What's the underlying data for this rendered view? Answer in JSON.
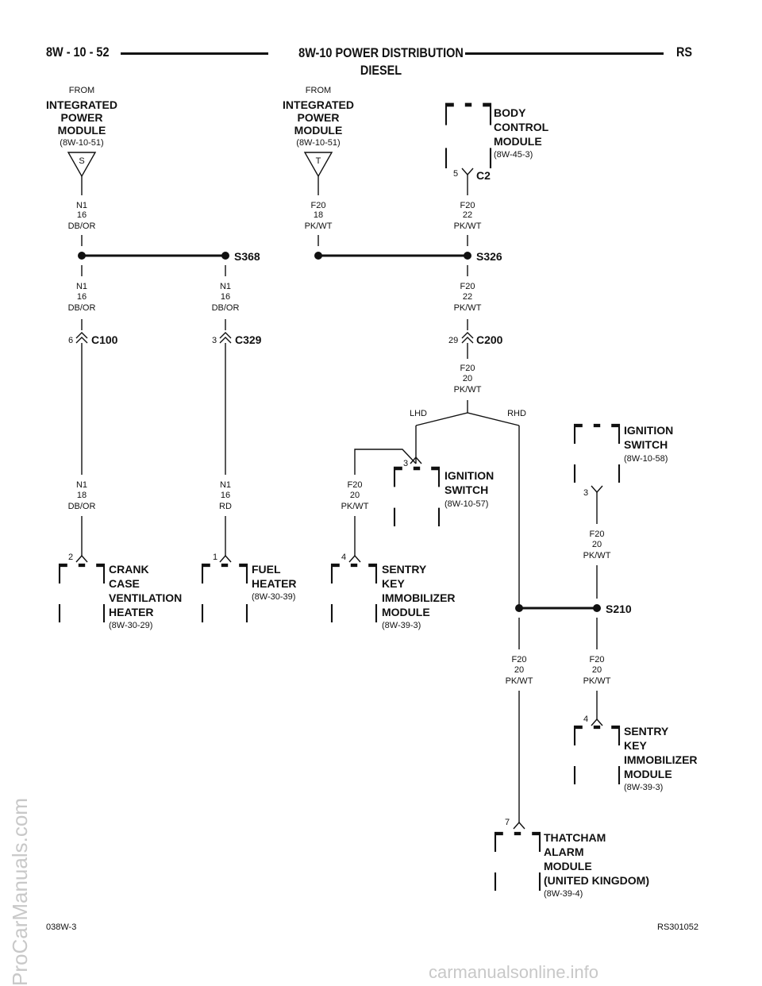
{
  "header": {
    "left": "8W - 10 - 52",
    "title_line1": "8W-10 POWER DISTRIBUTION",
    "title_line2": "DIESEL",
    "right": "RS"
  },
  "footer": {
    "left": "038W-3",
    "right": "RS301052"
  },
  "watermarks": {
    "side": "ProCarManuals.com",
    "bottom": "carmanualsonline.info"
  },
  "sources": {
    "ipm_s": {
      "from": "FROM",
      "l1": "INTEGRATED",
      "l2": "POWER",
      "l3": "MODULE",
      "ref": "(8W-10-51)",
      "pin": "S"
    },
    "ipm_t": {
      "from": "FROM",
      "l1": "INTEGRATED",
      "l2": "POWER",
      "l3": "MODULE",
      "ref": "(8W-10-51)",
      "pin": "T"
    }
  },
  "wires": {
    "w1": {
      "c": "N1",
      "g": "16",
      "col": "DB/OR"
    },
    "w2": {
      "c": "N1",
      "g": "16",
      "col": "DB/OR"
    },
    "w3": {
      "c": "N1",
      "g": "16",
      "col": "DB/OR"
    },
    "w4": {
      "c": "N1",
      "g": "18",
      "col": "DB/OR"
    },
    "w5": {
      "c": "N1",
      "g": "16",
      "col": "RD"
    },
    "w6": {
      "c": "F20",
      "g": "18",
      "col": "PK/WT"
    },
    "w7": {
      "c": "F20",
      "g": "22",
      "col": "PK/WT"
    },
    "w8": {
      "c": "F20",
      "g": "22",
      "col": "PK/WT"
    },
    "w9": {
      "c": "F20",
      "g": "20",
      "col": "PK/WT"
    },
    "w10": {
      "c": "F20",
      "g": "20",
      "col": "PK/WT"
    },
    "w11": {
      "c": "F20",
      "g": "20",
      "col": "PK/WT"
    },
    "w12": {
      "c": "F20",
      "g": "20",
      "col": "PK/WT"
    },
    "w13": {
      "c": "F20",
      "g": "20",
      "col": "PK/WT"
    }
  },
  "splices": {
    "s368": "S368",
    "s326": "S326",
    "s210": "S210"
  },
  "connectors": {
    "c100": {
      "id": "C100",
      "pin": "6"
    },
    "c329": {
      "id": "C329",
      "pin": "3"
    },
    "c200": {
      "id": "C200",
      "pin": "29"
    },
    "c2": {
      "id": "C2",
      "pin": "5"
    }
  },
  "branches": {
    "lhd": "LHD",
    "rhd": "RHD"
  },
  "components": {
    "bcm": {
      "lines": [
        "BODY",
        "CONTROL",
        "MODULE"
      ],
      "ref": "(8W-45-3)"
    },
    "crank": {
      "lines": [
        "CRANK",
        "CASE",
        "VENTILATION",
        "HEATER"
      ],
      "ref": "(8W-30-29)",
      "pin": "2"
    },
    "fuel": {
      "lines": [
        "FUEL",
        "HEATER"
      ],
      "ref": "(8W-30-39)",
      "pin": "1"
    },
    "ign_lhd": {
      "lines": [
        "IGNITION",
        "SWITCH"
      ],
      "ref": "(8W-10-57)",
      "pin": "3"
    },
    "skim_lhd": {
      "lines": [
        "SENTRY",
        "KEY",
        "IMMOBILIZER",
        "MODULE"
      ],
      "ref": "(8W-39-3)",
      "pin": "4"
    },
    "ign_rhd": {
      "lines": [
        "IGNITION",
        "SWITCH"
      ],
      "ref": "(8W-10-58)",
      "pin": "3"
    },
    "skim_rhd": {
      "lines": [
        "SENTRY",
        "KEY",
        "IMMOBILIZER",
        "MODULE"
      ],
      "ref": "(8W-39-3)",
      "pin": "4"
    },
    "thatcham": {
      "lines": [
        "THATCHAM",
        "ALARM",
        "MODULE",
        "(UNITED KINGDOM)"
      ],
      "ref": "(8W-39-4)",
      "pin": "7"
    }
  }
}
